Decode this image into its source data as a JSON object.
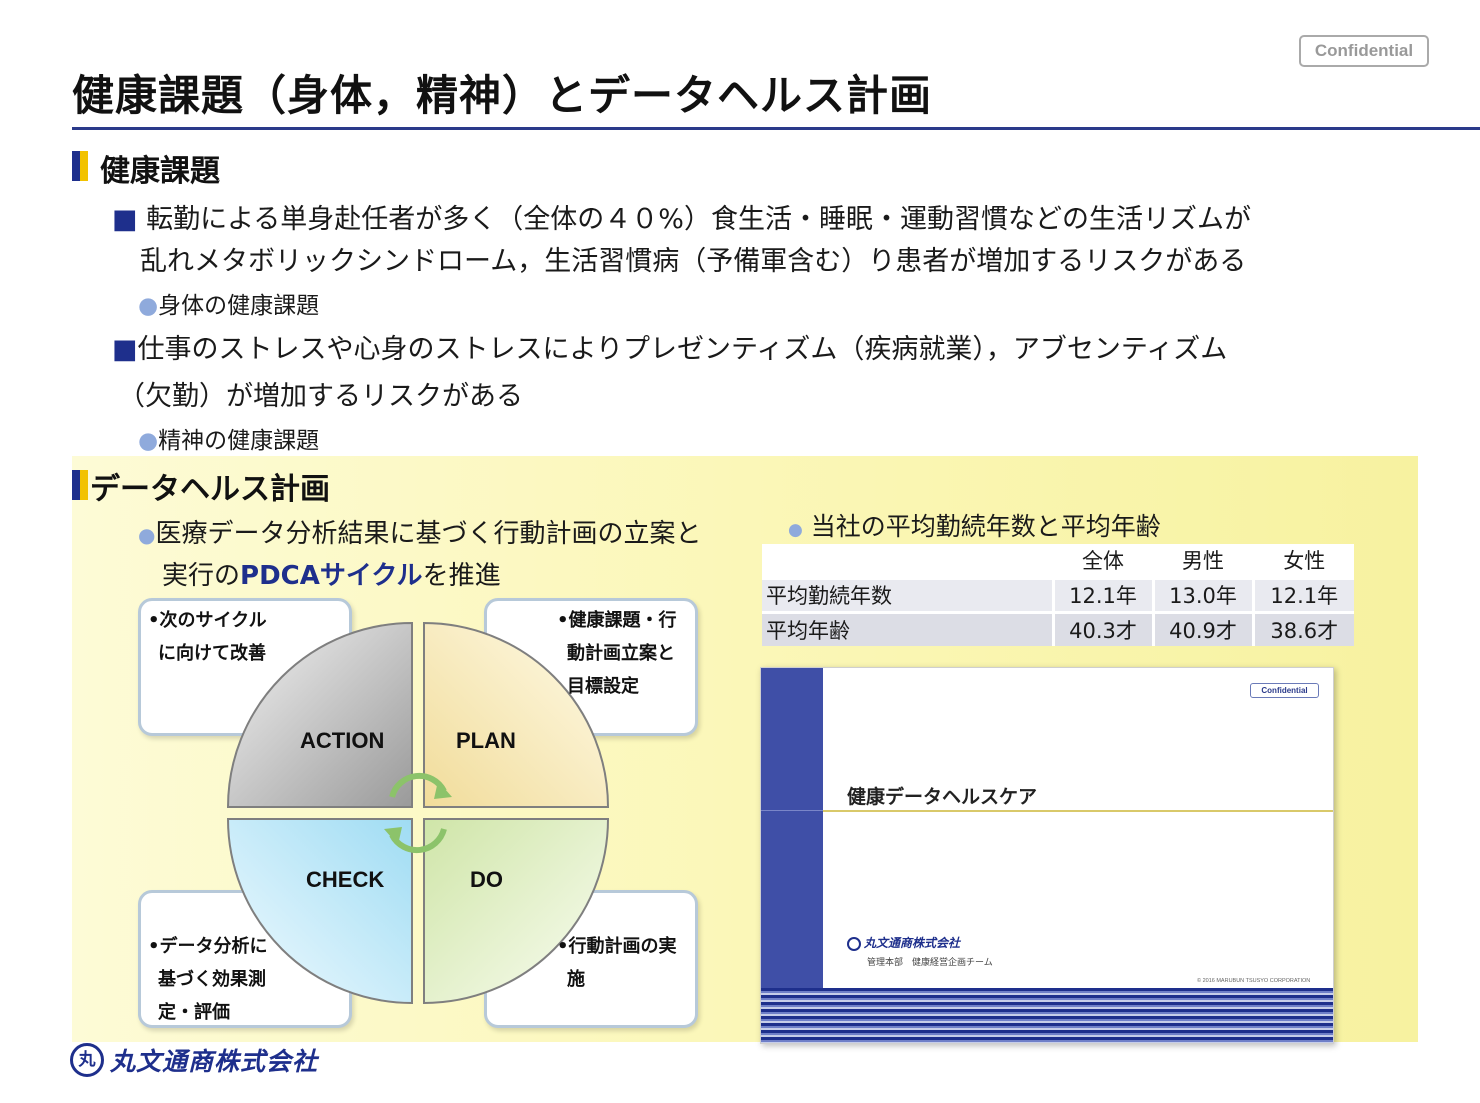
{
  "badge": "Confidential",
  "title": "健康課題（身体，精神）とデータヘルス計画",
  "section1": {
    "heading": "健康課題",
    "bullet1_mark": "■",
    "bullet1_line1": "転勤による単身赴任者が多く（全体の４０%）食生活・睡眠・運動習慣などの生活リズムが",
    "bullet1_line2": "乱れメタボリックシンドローム，生活習慣病（予備軍含む）り患者が増加するリスクがある",
    "sub1": "身体の健康課題",
    "bullet2_mark": "■",
    "bullet2_line1": "仕事のストレスや心身のストレスによりプレゼンティズム（疾病就業），アブセンティズム",
    "bullet2_line2": "（欠勤）が増加するリスクがある",
    "sub2": "精神の健康課題"
  },
  "section2": {
    "heading": "データヘルス計画",
    "intro_line1": "医療データ分析結果に基づく行動計画の立案と",
    "intro_line2_pre": "実行の",
    "intro_line2_em": "PDCAサイクル",
    "intro_line2_post": "を推進"
  },
  "pdca": {
    "action": "ACTION",
    "plan": "PLAN",
    "check": "CHECK",
    "do": "DO",
    "box_tl": [
      "•次のサイクル",
      "に向けて改善"
    ],
    "box_tr": [
      "•健康課題・行",
      "動計画立案と",
      "目標設定"
    ],
    "box_bl": [
      "•データ分析に",
      "基づく効果測",
      "定・評価"
    ],
    "box_br": [
      "•行動計画の実",
      "施"
    ]
  },
  "stats": {
    "caption": "当社の平均勤続年数と平均年齢",
    "headers": [
      "全体",
      "男性",
      "女性"
    ],
    "rows": [
      {
        "label": "平均勤続年数",
        "values": [
          "12.1年",
          "13.0年",
          "12.1年"
        ]
      },
      {
        "label": "平均年齢",
        "values": [
          "40.3才",
          "40.9才",
          "38.6才"
        ]
      }
    ]
  },
  "thumbnail": {
    "badge": "Confidential",
    "title": "健康データヘルスケア",
    "company": "丸文通商株式会社",
    "dept": "管理本部　健康経営企画チーム",
    "copyright": "© 2016 MARUBUN TSUSYO CORPORATION"
  },
  "footer": {
    "mark": "丸",
    "company": "丸文通商株式会社"
  },
  "colors": {
    "brand": "#1e2f8c",
    "accent_yellow": "#f2c200",
    "panel": "#fbf7b8",
    "bullet_dot": "#8faadc"
  }
}
